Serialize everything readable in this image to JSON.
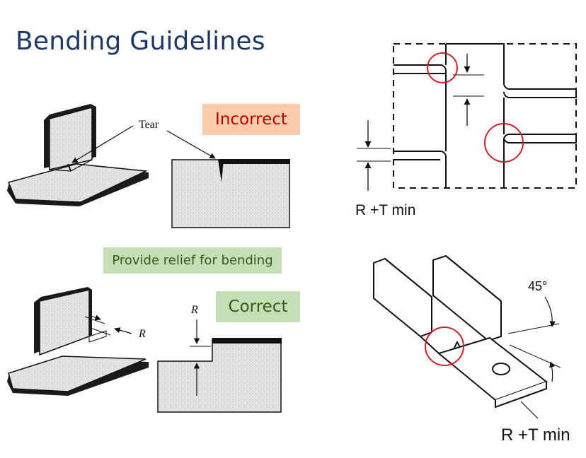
{
  "slide": {
    "title": "Bending Guidelines",
    "incorrect_label": "Incorrect",
    "relief_label": "Provide relief for bending",
    "correct_label": "Correct"
  },
  "figures": {
    "tear_label": "Tear",
    "r_label_top": "R",
    "r_label_side": "R",
    "rt_min_top": "R +T min",
    "rt_min_bottom": "R +T min",
    "angle_label": "45°"
  },
  "colors": {
    "title": "#1f3864",
    "incorrect_bg": "#f8cbad",
    "incorrect_text": "#c00000",
    "correct_bg": "#c5e0b4",
    "correct_text": "#385723",
    "highlight_circle": "#d0202a"
  }
}
